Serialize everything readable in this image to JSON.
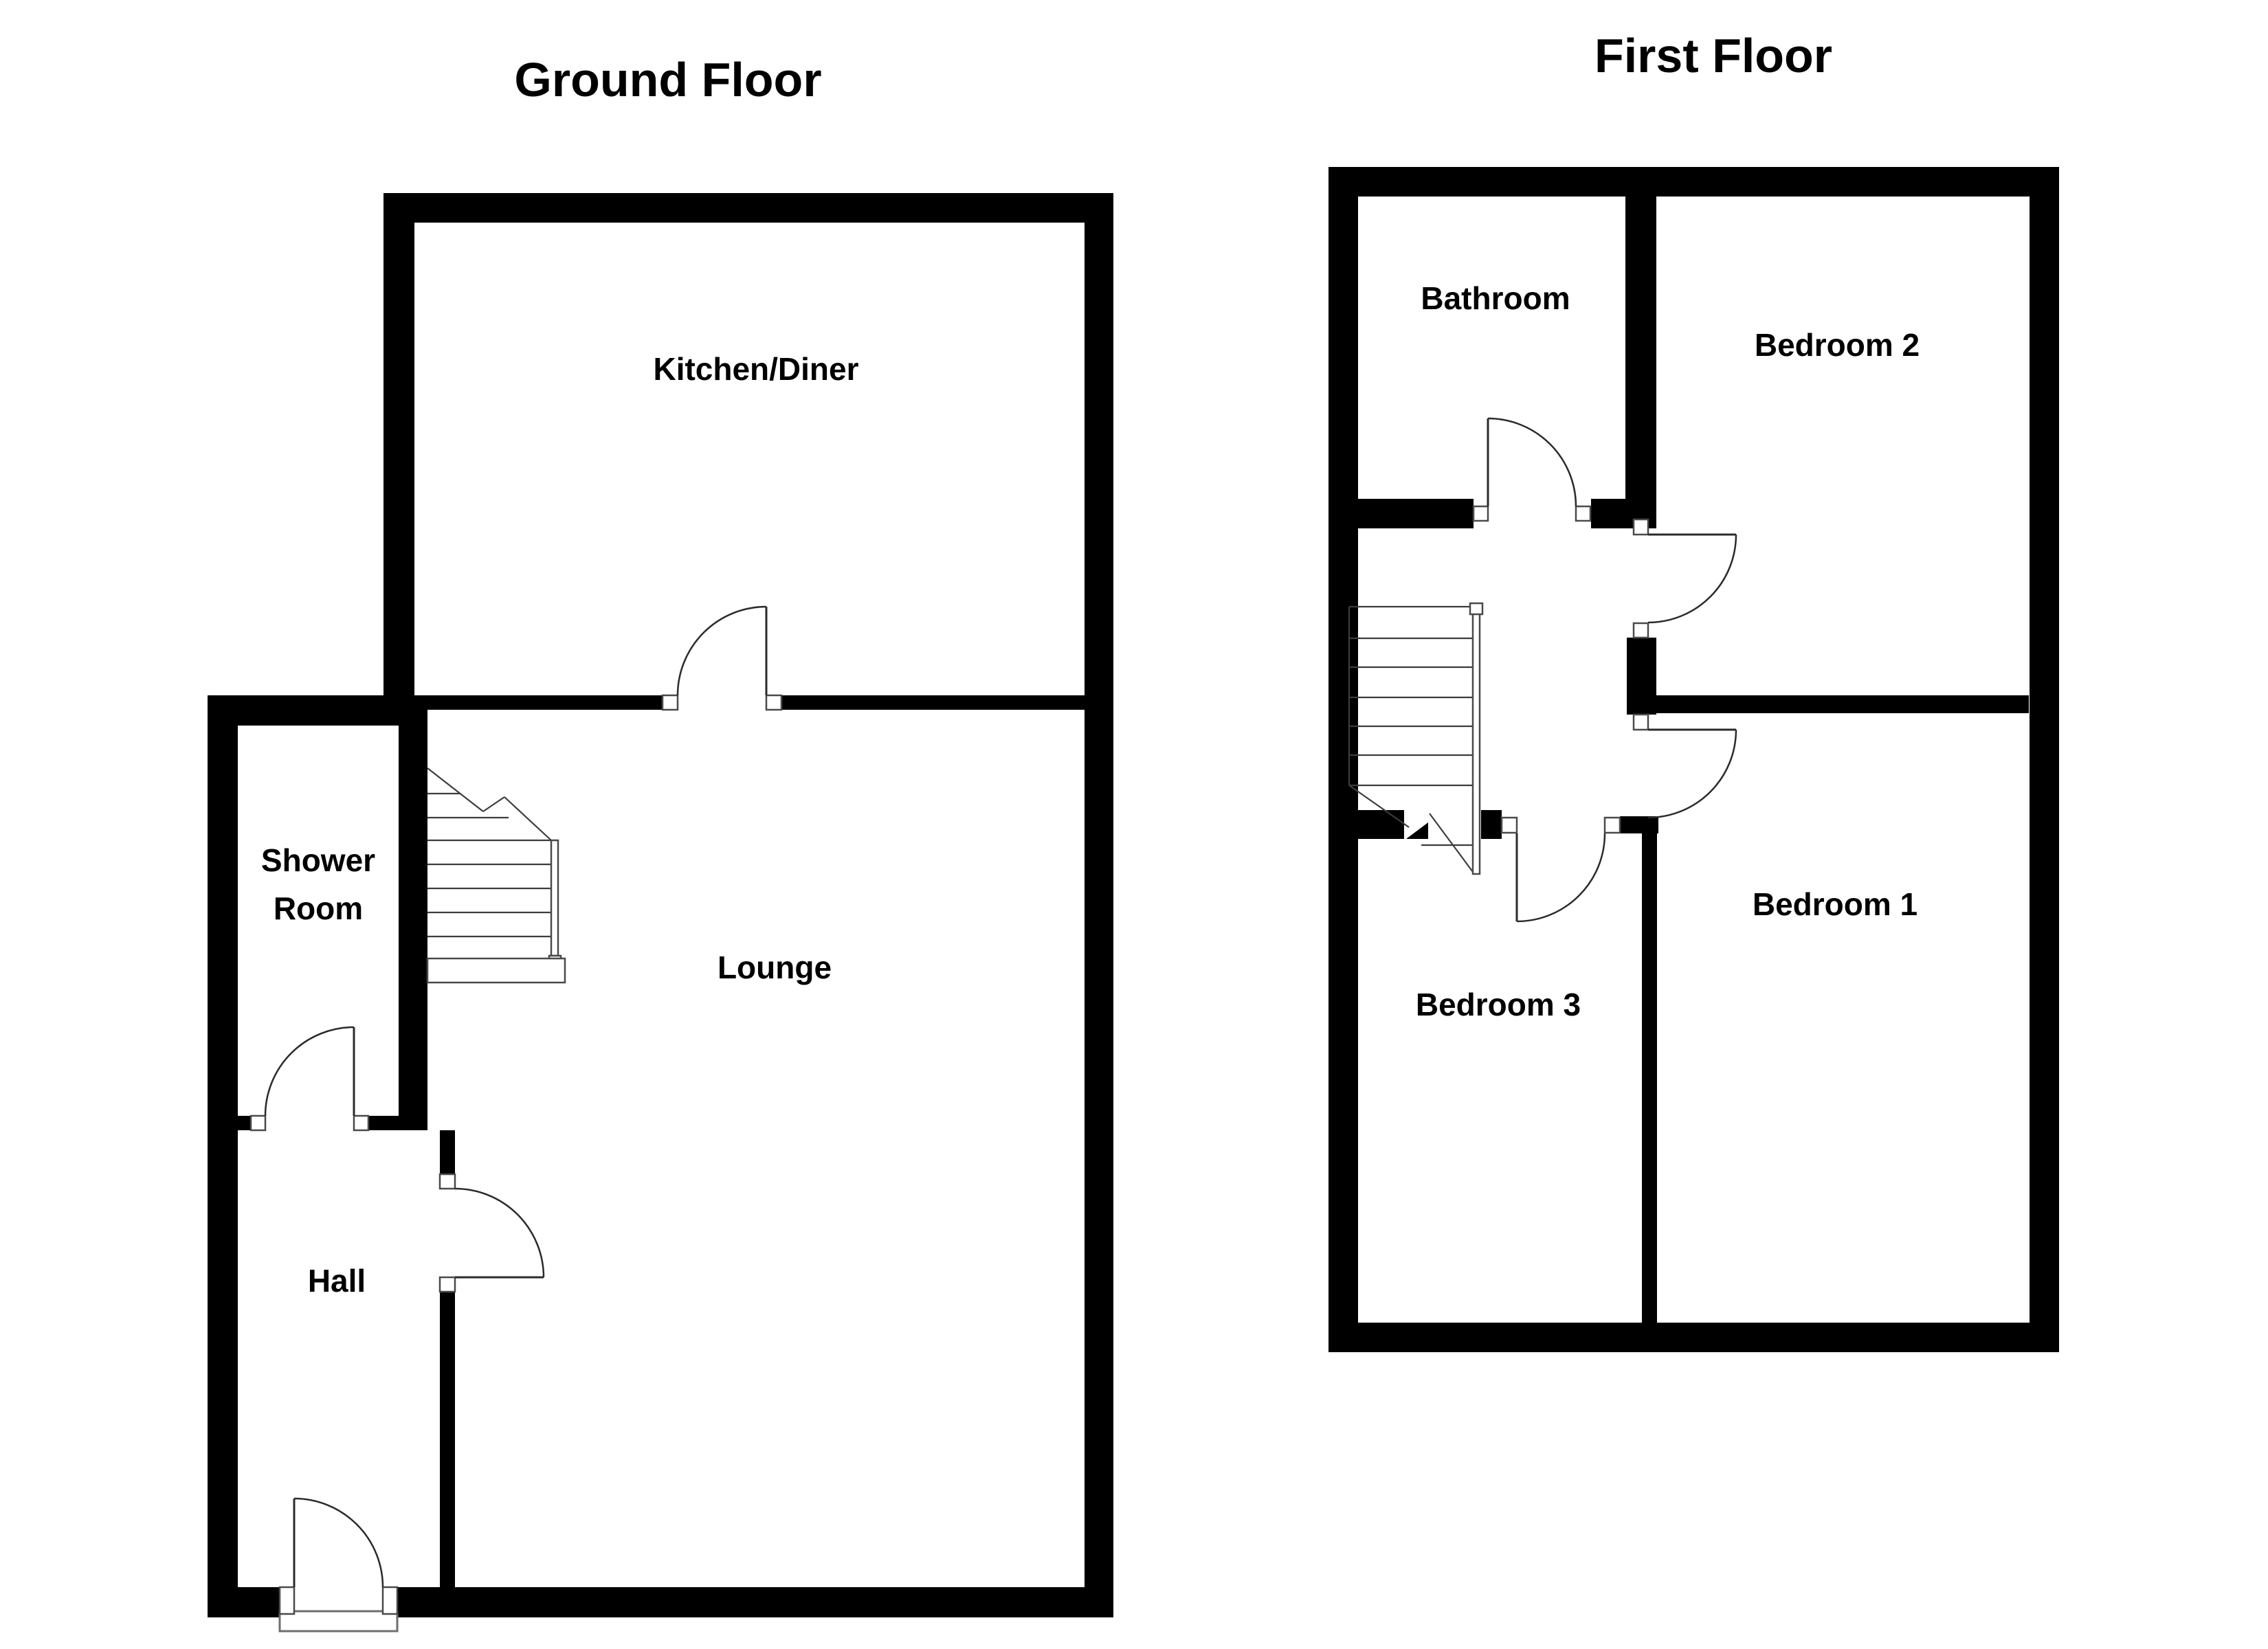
{
  "page": {
    "background": "#ffffff"
  },
  "colors": {
    "wall": "#000000",
    "door_line": "#2b2b2b",
    "stair_line": "#3c3c3c",
    "text": "#000000"
  },
  "floors": [
    {
      "id": "ground",
      "title": "Ground Floor",
      "rooms": [
        {
          "id": "kitchen-diner",
          "label": "Kitchen/Diner"
        },
        {
          "id": "lounge",
          "label": "Lounge"
        },
        {
          "id": "shower-room",
          "label": "Shower Room",
          "label_lines": [
            "Shower",
            "Room"
          ]
        },
        {
          "id": "hall",
          "label": "Hall"
        }
      ]
    },
    {
      "id": "first",
      "title": "First Floor",
      "rooms": [
        {
          "id": "bathroom",
          "label": "Bathroom"
        },
        {
          "id": "bedroom-2",
          "label": "Bedroom 2"
        },
        {
          "id": "bedroom-1",
          "label": "Bedroom 1"
        },
        {
          "id": "bedroom-3",
          "label": "Bedroom 3"
        }
      ]
    }
  ]
}
